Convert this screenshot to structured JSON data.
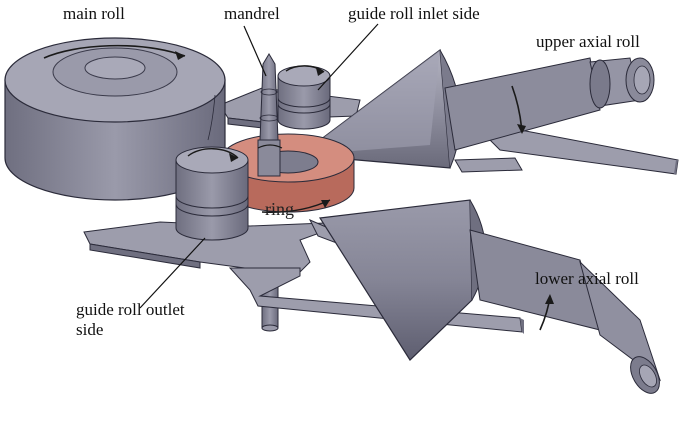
{
  "labels": {
    "main_roll": "main roll",
    "mandrel": "mandrel",
    "guide_roll_inlet": "guide roll inlet side",
    "upper_axial_roll": "upper axial roll",
    "lower_axial_roll": "lower axial roll",
    "guide_roll_outlet_line1": "guide roll outlet",
    "guide_roll_outlet_line2": "side",
    "ring": "ring"
  },
  "colors": {
    "metal_face": "#8e8e9e",
    "metal_side": "#6f6f80",
    "metal_top": "#a9a9b8",
    "metal_dark": "#55556a",
    "edge": "#2b2b3a",
    "ring": "#d48d7f",
    "ring_dark": "#b86a5c",
    "plate": "#9d9dac"
  }
}
